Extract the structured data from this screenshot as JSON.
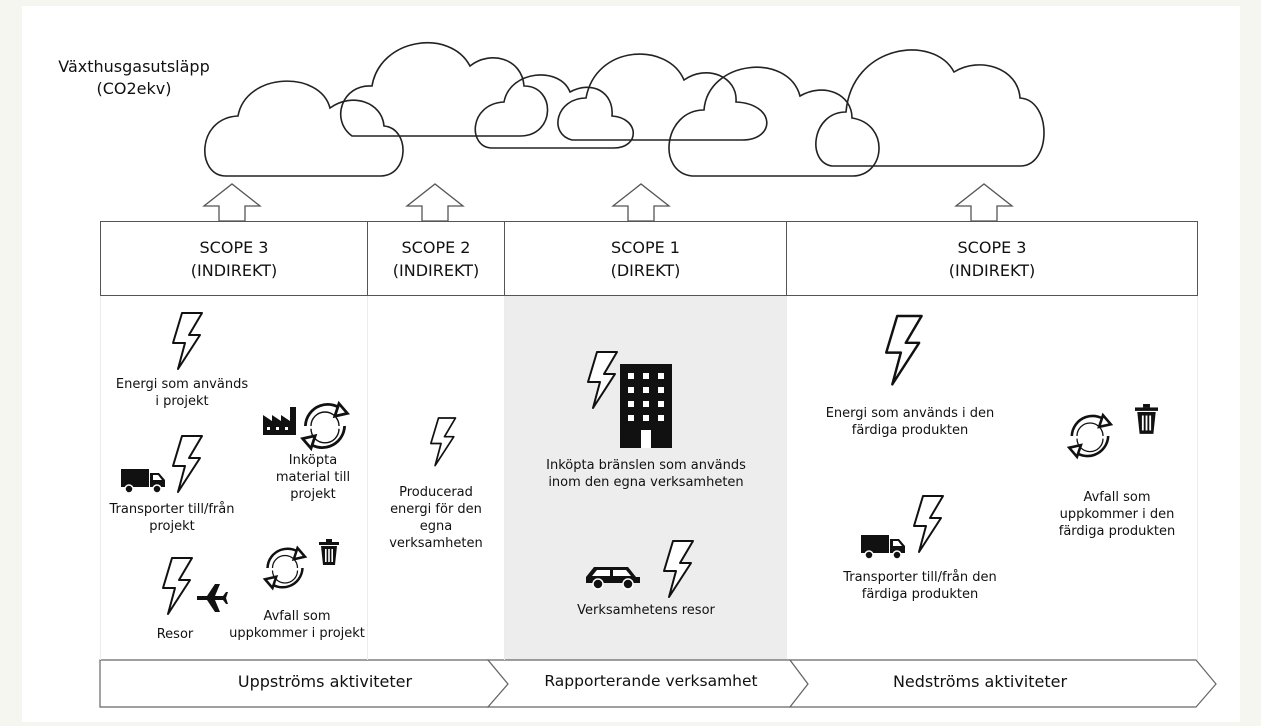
{
  "ghg_label": {
    "line1": "Växthusgasutsläpp",
    "line2": "(CO2ekv)"
  },
  "scopes": [
    {
      "title": "SCOPE 3",
      "type": "(INDIREKT)"
    },
    {
      "title": "SCOPE 2",
      "type": "(INDIREKT)"
    },
    {
      "title": "SCOPE 1",
      "type": "(DIREKT)"
    },
    {
      "title": "SCOPE 3",
      "type": "(INDIREKT)"
    }
  ],
  "upstream": {
    "energy": {
      "l1": "Energi som används",
      "l2": "i projekt"
    },
    "material": {
      "l1": "Inköpta",
      "l2": "material till",
      "l3": "projekt"
    },
    "transport": {
      "l1": "Transporter till/från",
      "l2": "projekt"
    },
    "travel": "Resor",
    "waste": {
      "l1": "Avfall som",
      "l2": "uppkommer i projekt"
    }
  },
  "scope2": {
    "l1": "Producerad",
    "l2": "energi för den",
    "l3": "egna",
    "l4": "verksamheten"
  },
  "scope1": {
    "fuels": {
      "l1": "Inköpta bränslen som används",
      "l2": "inom den egna verksamheten"
    },
    "travel": "Verksamhetens resor"
  },
  "downstream": {
    "energy": {
      "l1": "Energi som används i den",
      "l2": "färdiga produkten"
    },
    "waste": {
      "l1": "Avfall som",
      "l2": "uppkommer i den",
      "l3": "färdiga produkten"
    },
    "transport": {
      "l1": "Transporter till/från den",
      "l2": "färdiga produkten"
    }
  },
  "flow": [
    {
      "label": "Uppströms aktiviteter"
    },
    {
      "label": "Rapporterande verksamhet"
    },
    {
      "label": "Nedströms aktiviteter"
    }
  ],
  "colors": {
    "scope1_bg": "#ededed",
    "border": "#555555",
    "icon": "#1a1a1a",
    "page_bg": "#f4f6ef"
  }
}
